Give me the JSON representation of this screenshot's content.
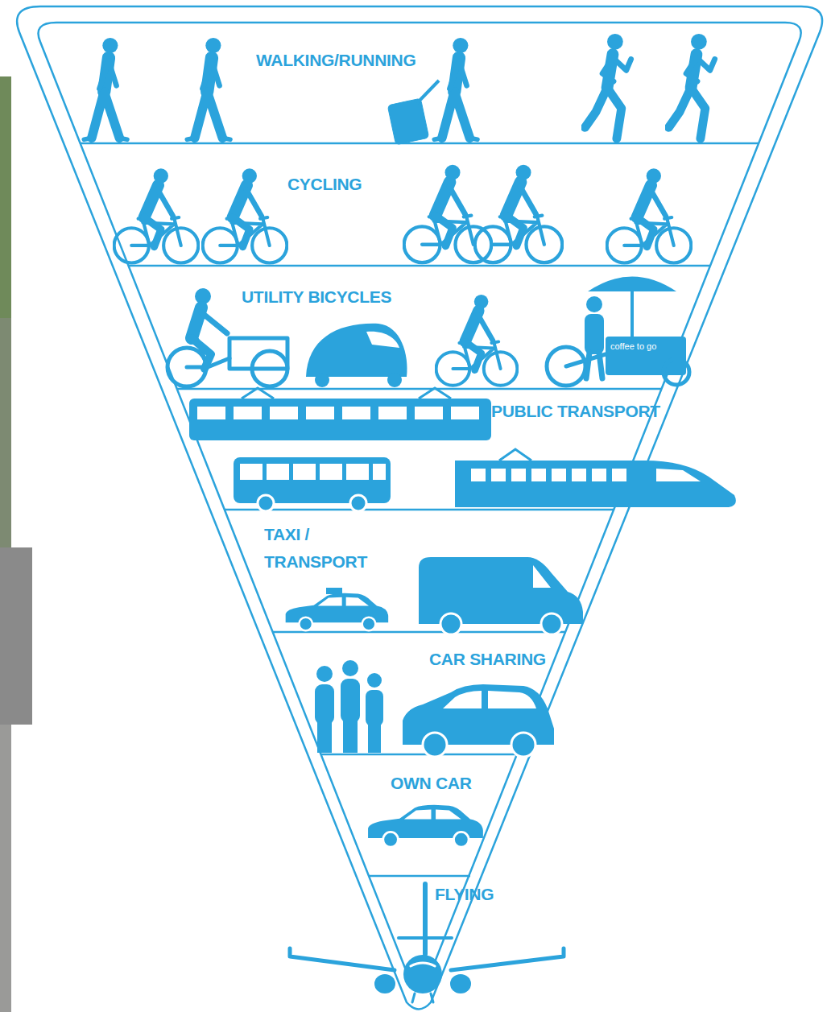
{
  "diagram": {
    "nodes": [
      {
        "text": [
          "WALKING/RUNNING"
        ]
      },
      {
        "text": [
          "CYCLING"
        ]
      },
      {
        "text": [
          "UTILITY BICYCLES"
        ]
      },
      {
        "text": [
          "PUBLIC TRANSPORT"
        ]
      },
      {
        "text": [
          "TAXI / TRANSPORT"
        ]
      },
      {
        "text": [
          "CAR SHARING"
        ]
      },
      {
        "text": [
          "OWN CAR"
        ]
      },
      {
        "text": [
          "FLYING"
        ]
      }
    ],
    "labels": [
      "coffee to go"
    ]
  }
}
